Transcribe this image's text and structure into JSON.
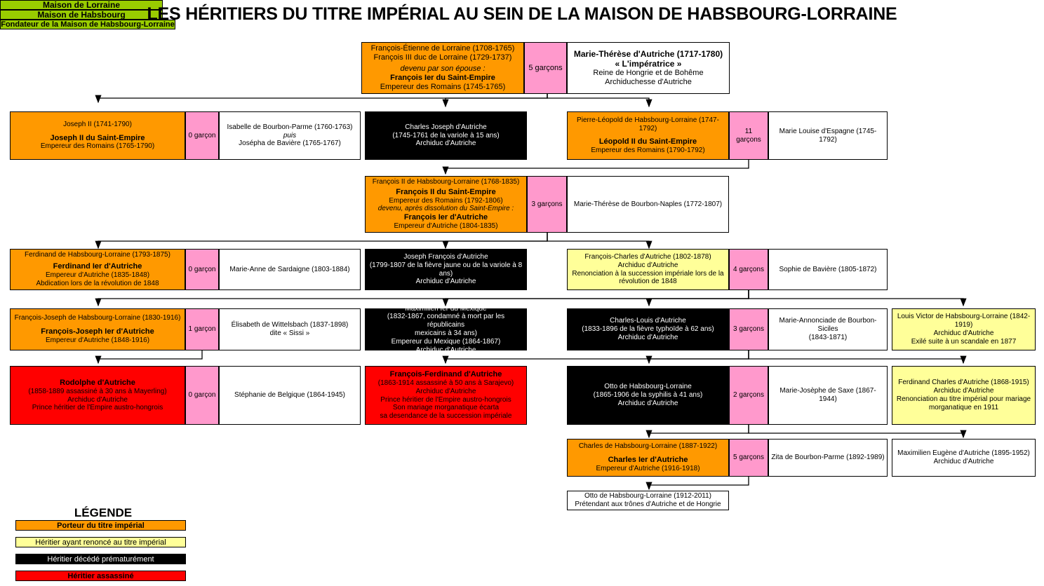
{
  "title": "LES HÉRITIERS DU TITRE IMPÉRIAL AU SEIN DE LA MAISON DE HABSBOURG-LORRAINE",
  "colors": {
    "emperor": "#FF9900",
    "renounced": "#FFFF99",
    "died_early": "#000000",
    "assassinated": "#FF0000",
    "spouse_link": "#FF99CC",
    "house_header": "#99CC00"
  },
  "headers": {
    "lorraine": "Maison de Lorraine",
    "habsbourg": "Maison de Habsbourg",
    "founder": "Fondateur de la Maison de Habsbourg-Lorraine"
  },
  "gen1": {
    "father": {
      "l1": "François-Étienne de Lorraine (1708-1765)",
      "l2": "François III duc de Lorraine (1729-1737)",
      "l3": "devenu par son épouse :",
      "l4": "François Ier du Saint-Empire",
      "l5": "Empereur des Romains (1745-1765)"
    },
    "children": "5 garçons",
    "mother": {
      "l1": "Marie-Thérèse d'Autriche (1717-1780)",
      "l2": "« L'impératrice »",
      "l3": "Reine de Hongrie et de Bohême",
      "l4": "Archiduchesse d'Autriche"
    }
  },
  "gen2": {
    "joseph": {
      "l1": "Joseph II (1741-1790)",
      "l2": "Joseph II du Saint-Empire",
      "l3": "Empereur des Romains (1765-1790)"
    },
    "joseph_children": "0 garçon",
    "joseph_spouse": {
      "l1": "Isabelle de Bourbon-Parme (1760-1763)",
      "l2": "puis",
      "l3": "Josépha de Bavière (1765-1767)"
    },
    "charles": {
      "l1": "Charles Joseph d'Autriche",
      "l2": "(1745-1761 de la variole à 15 ans)",
      "l3": "Archiduc d'Autriche"
    },
    "leopold": {
      "l1": "Pierre-Léopold de Habsbourg-Lorraine (1747-1792)",
      "l2": "Léopold II du Saint-Empire",
      "l3": "Empereur des Romains (1790-1792)"
    },
    "leopold_children": "11 garçons",
    "leopold_spouse": {
      "l1": "Marie Louise d'Espagne (1745-1792)"
    }
  },
  "gen3": {
    "francois": {
      "l1": "François II de Habsbourg-Lorraine (1768-1835)",
      "l2": "François II du Saint-Empire",
      "l3": "Empereur des Romains (1792-1806)",
      "l4": "devenu, après dissolution du Saint-Empire :",
      "l5": "François Ier d'Autriche",
      "l6": "Empereur d'Autriche (1804-1835)"
    },
    "children": "3 garçons",
    "spouse": {
      "l1": "Marie-Thérèse de Bourbon-Naples (1772-1807)"
    }
  },
  "gen4": {
    "ferdinand": {
      "l1": "Ferdinand de Habsbourg-Lorraine (1793-1875)",
      "l2": "Ferdinand Ier d'Autriche",
      "l3": "Empereur d'Autriche (1835-1848)",
      "l4": "Abdication lors de la révolution de 1848"
    },
    "ferdinand_children": "0 garçon",
    "ferdinand_spouse": {
      "l1": "Marie-Anne de Sardaigne (1803-1884)"
    },
    "joseph_francois": {
      "l1": "Joseph François d'Autriche",
      "l2": "(1799-1807 de la fièvre jaune ou de la variole à 8 ans)",
      "l3": "Archiduc d'Autriche"
    },
    "francois_charles": {
      "l1": "François-Charles d'Autriche (1802-1878)",
      "l2": "Archiduc d'Autriche",
      "l3": "Renonciation à la succession impériale lors de la révolution de 1848"
    },
    "fc_children": "4 garçons",
    "fc_spouse": {
      "l1": "Sophie de Bavière (1805-1872)"
    }
  },
  "gen5": {
    "francois_joseph": {
      "l1": "François-Joseph de Habsbourg-Lorraine (1830-1916)",
      "l2": "François-Joseph Ier d'Autriche",
      "l3": "Empereur d'Autriche (1848-1916)"
    },
    "fj_children": "1 garçon",
    "fj_spouse": {
      "l1": "Élisabeth de Wittelsbach (1837-1898)",
      "l2": "dite « Sissi »"
    },
    "maximilien": {
      "l1": "Maximilien Ier du Mexique",
      "l2": "(1832-1867, condamné à mort par les républicains",
      "l3": "mexicains à 34 ans)",
      "l4": "Empereur du Mexique (1864-1867)",
      "l5": "Archiduc d'Autriche"
    },
    "charles_louis": {
      "l1": "Charles-Louis d'Autriche",
      "l2": "(1833-1896 de la fièvre typhoïde à 62 ans)",
      "l3": "Archiduc d'Autriche"
    },
    "cl_children": "3 garçons",
    "cl_spouse": {
      "l1": "Marie-Annonciade de Bourbon-Siciles",
      "l2": "(1843-1871)"
    },
    "louis_victor": {
      "l1": "Louis Victor de Habsbourg-Lorraine (1842-1919)",
      "l2": "Archiduc d'Autriche",
      "l3": "Exilé suite à un scandale en 1877"
    }
  },
  "gen6": {
    "rodolphe": {
      "l1": "Rodolphe d'Autriche",
      "l2": "(1858-1889 assassiné à 30 ans à Mayerling)",
      "l3": "Archiduc d'Autriche",
      "l4": "Prince héritier de l'Empire austro-hongrois"
    },
    "rodolphe_children": "0 garçon",
    "rodolphe_spouse": {
      "l1": "Stéphanie de Belgique (1864-1945)"
    },
    "francois_ferdinand": {
      "l1": "François-Ferdinand d'Autriche",
      "l2": "(1863-1914 assassiné à 50 ans à Sarajevo)",
      "l3": "Archiduc d'Autriche",
      "l4": "Prince héritier de l'Empire austro-hongrois",
      "l5": "Son mariage morganatique écarta",
      "l6": "sa desendance de la succession impériale"
    },
    "otto": {
      "l1": "Otto de Habsbourg-Lorraine",
      "l2": "(1865-1906 de la syphilis à 41 ans)",
      "l3": "Archiduc d'Autriche"
    },
    "otto_children": "2 garçons",
    "otto_spouse": {
      "l1": "Marie-Josèphe de Saxe (1867-1944)"
    },
    "ferdinand_charles": {
      "l1": "Ferdinand Charles d'Autriche (1868-1915)",
      "l2": "Archiduc d'Autriche",
      "l3": "Renonciation au titre impérial pour mariage",
      "l4": "morganatique en 1911"
    }
  },
  "gen7": {
    "charles": {
      "l1": "Charles de Habsbourg-Lorraine (1887-1922)",
      "l2": "Charles Ier d'Autriche",
      "l3": "Empereur d'Autriche (1916-1918)"
    },
    "charles_children": "5 garçons",
    "charles_spouse": {
      "l1": "Zita de Bourbon-Parme (1892-1989)"
    },
    "maximilien_eugene": {
      "l1": "Maximilien Eugène d'Autriche (1895-1952)",
      "l2": "Archiduc d'Autriche"
    }
  },
  "gen8": {
    "otto": {
      "l1": "Otto de Habsbourg-Lorraine (1912-2011)",
      "l2": "Prétendant aux trônes d'Autriche et de Hongrie"
    }
  },
  "legend": {
    "title": "LÉGENDE",
    "items": [
      {
        "label": "Porteur du titre impérial",
        "color": "#FF9900",
        "bold": true,
        "text_color": "#000000"
      },
      {
        "label": "Héritier ayant renoncé au titre impérial",
        "color": "#FFFF99",
        "bold": false,
        "text_color": "#000000"
      },
      {
        "label": "Héritier décédé prématurément",
        "color": "#000000",
        "bold": false,
        "text_color": "#FFFFFF"
      },
      {
        "label": "Héritier assassiné",
        "color": "#FF0000",
        "bold": true,
        "text_color": "#000000"
      }
    ]
  }
}
